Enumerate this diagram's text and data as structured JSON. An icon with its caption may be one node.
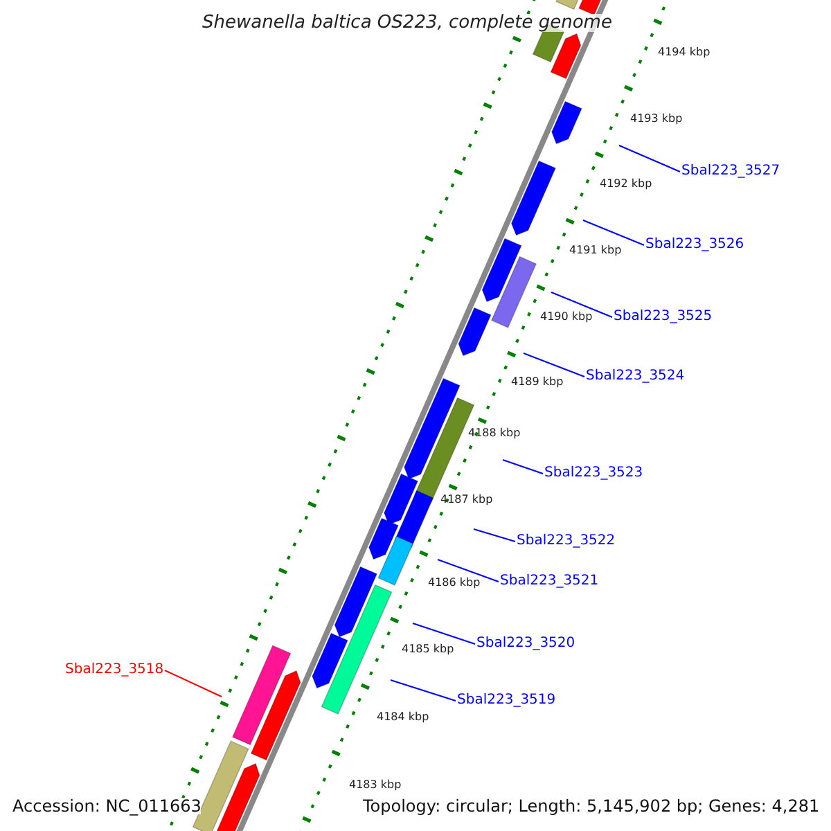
{
  "diagram": {
    "title": "Shewanella baltica OS223, complete genome",
    "nodes": [
      {
        "text": [
          "Sbal223_3527"
        ]
      },
      {
        "text": [
          "Sbal223_3526"
        ]
      },
      {
        "text": [
          "Sbal223_3525"
        ]
      },
      {
        "text": [
          "Sbal223_3524"
        ]
      },
      {
        "text": [
          "Sbal223_3523"
        ]
      },
      {
        "text": [
          "Sbal223_3522"
        ]
      },
      {
        "text": [
          "Sbal223_3521"
        ]
      },
      {
        "text": [
          "Sbal223_3520"
        ]
      },
      {
        "text": [
          "Sbal223_3518"
        ]
      },
      {
        "text": [
          "Sbal223_3519"
        ]
      }
    ],
    "edges": [
      {
        "from": 0,
        "to": null,
        "arrow": "none"
      },
      {
        "from": 1,
        "to": null,
        "arrow": "none"
      },
      {
        "from": 2,
        "to": null,
        "arrow": "none"
      },
      {
        "from": 3,
        "to": null,
        "arrow": "none"
      },
      {
        "from": 4,
        "to": null,
        "arrow": "none"
      },
      {
        "from": 5,
        "to": null,
        "arrow": "none"
      },
      {
        "from": 6,
        "to": null,
        "arrow": "none"
      },
      {
        "from": 7,
        "to": null,
        "arrow": "none"
      },
      {
        "from": 8,
        "to": null,
        "arrow": "none",
        "color": "#ff0000"
      },
      {
        "from": 9,
        "to": null,
        "arrow": "none"
      }
    ],
    "labels": [
      "4194 kbp",
      "4193 kbp",
      "4192 kbp",
      "4191 kbp",
      "4190 kbp",
      "4189 kbp",
      "4188 kbp",
      "4187 kbp",
      "4186 kbp",
      "4185 kbp",
      "4184 kbp",
      "4183 kbp",
      "Accession: NC_011663",
      "Topology: circular; Length: 5,145,902 bp; Genes: 4,281"
    ]
  }
}
